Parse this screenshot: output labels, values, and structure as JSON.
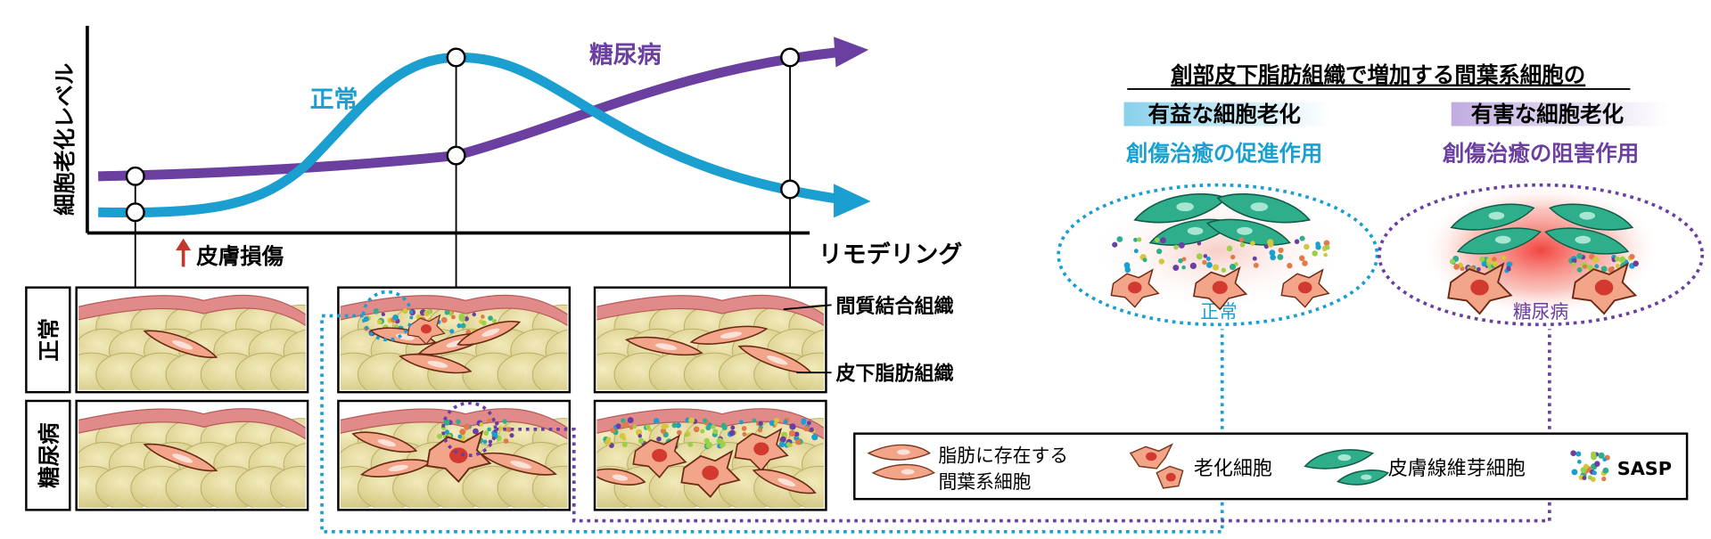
{
  "graph": {
    "ylabel": "細胞老化レベル",
    "normal_label": "正常",
    "diabetes_label": "糖尿病",
    "injury_label": "皮膚損傷",
    "remodeling_label": "リモデリング"
  },
  "rows": {
    "normal": "正常",
    "diabetes": "糖尿病"
  },
  "tissue_labels": {
    "interstitial": "間質結合組織",
    "subcutaneous": "皮下脂肪組織"
  },
  "panel": {
    "title": "創部皮下脂肪組織で増加する間葉系細胞の",
    "beneficial": "有益な細胞老化",
    "harmful": "有害な細胞老化",
    "promote": "創傷治癒の促進作用",
    "inhibit": "創傷治癒の阻害作用",
    "normal_oval": "正常",
    "diabetes_oval": "糖尿病"
  },
  "legend": {
    "msc_line1": "脂肪に存在する",
    "msc_line2": "間葉系細胞",
    "senescent": "老化細胞",
    "fibroblast": "皮膚線維芽細胞",
    "sasp": "SASP"
  },
  "colors": {
    "normal": "#1a9fd0",
    "diabetes": "#6b3fa0",
    "injury_arrow": "#c0392b",
    "fibroblast": "#2fae8c",
    "fat": "#e6dd9a",
    "dermis": "#e08a8a",
    "msc": "#f3a58a"
  }
}
